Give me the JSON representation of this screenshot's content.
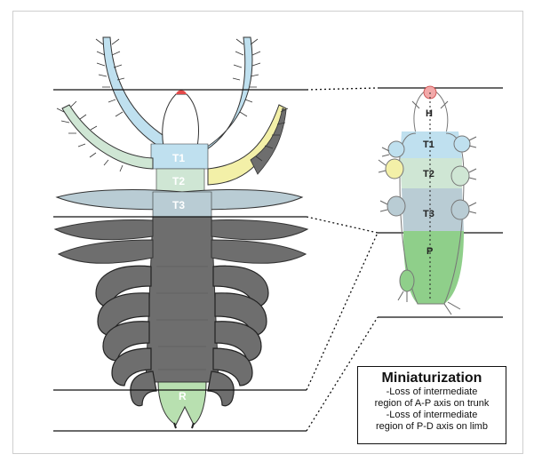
{
  "left_labels": {
    "t1": "T1",
    "t2": "T2",
    "t3": "T3",
    "r": "R"
  },
  "right_labels": {
    "h": "H",
    "t1": "T1",
    "t2": "T2",
    "t3": "T3",
    "p": "P"
  },
  "legend": {
    "title": "Miniaturization",
    "line1": "-Loss of intermediate",
    "line2": "region of A-P axis on trunk",
    "line3": "-Loss of intermediate",
    "line4": "region of P-D axis on limb"
  },
  "colors": {
    "head_region": "#bfe0ef",
    "t1_region": "#bfe0ef",
    "t2_region": "#cfe6d4",
    "t3_region": "#b9ccd4",
    "trunk": "#6e6e6e",
    "tail": "#b8e0b0",
    "yellow_limb": "#f3f0a8",
    "tardigrade_p": "#8fcf8a"
  }
}
